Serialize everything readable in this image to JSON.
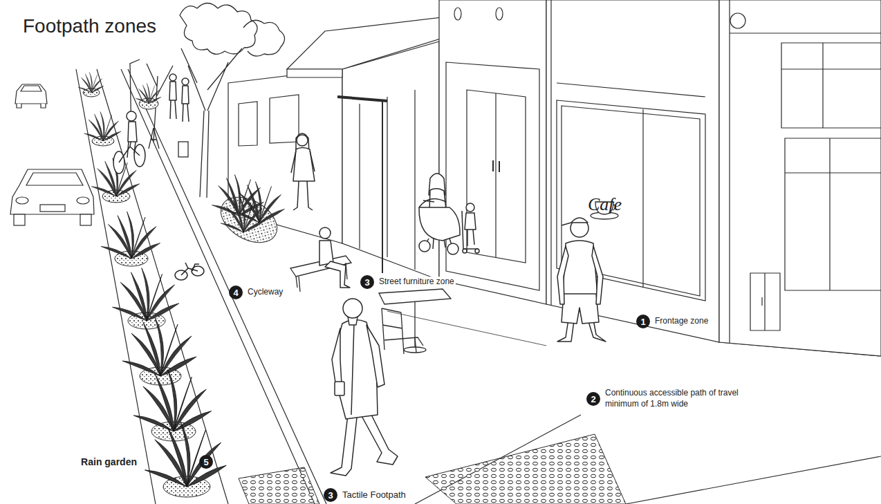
{
  "diagram": {
    "title": "Footpath zones",
    "nodes": [
      {
        "text": [
          "3",
          "Street furniture zone"
        ]
      },
      {
        "text": [
          "4",
          "Cycleway"
        ]
      },
      {
        "text": [
          "1",
          "Frontage zone"
        ]
      },
      {
        "text": [
          "2",
          "Continuous accessible path of travel minimum of 1.8m wide"
        ]
      },
      {
        "text": [
          "5",
          "Rain garden"
        ]
      },
      {
        "text": [
          "3",
          "Tactile Footpath"
        ]
      }
    ],
    "labels": [
      "Cafe"
    ]
  }
}
